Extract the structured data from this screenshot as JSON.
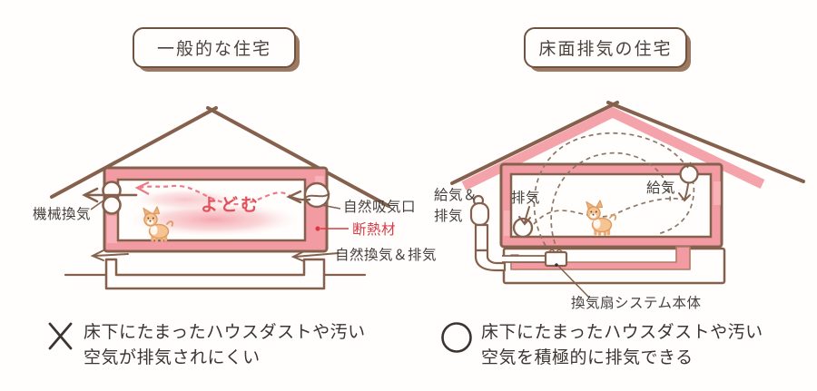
{
  "titles": {
    "left": "一般的な住宅",
    "right": "床面排気の住宅"
  },
  "left_house": {
    "label_mechanical_vent": "機械換気",
    "label_stagnant": "よどむ",
    "label_natural_intake": "自然吸気口",
    "label_insulation": "断熱材",
    "label_natural_vent_exhaust": "自然換気＆排気"
  },
  "right_house": {
    "label_supply_exhaust_line1": "給気＆",
    "label_supply_exhaust_line2": "排気",
    "label_exhaust": "排気",
    "label_supply": "給気",
    "label_fan_unit": "換気扇システム本体"
  },
  "verdict_left": {
    "mark": "✕",
    "line1": "床下にたまったハウスダストや汚い",
    "line2": "空気が排気されにくい"
  },
  "verdict_right": {
    "mark": "◯",
    "line1": "床下にたまったハウスダストや汚い",
    "line2": "空気を積極的に排気できる"
  },
  "colors": {
    "outline_brown": "#85614d",
    "wall_pink": "#f39ba3",
    "roof_band_pink": "#f5a3ab",
    "stagnant_wash_pink": "#f5aab1",
    "dash_arrow_pink": "#ec7a86",
    "accent_red": "#d93a42",
    "stagnant_text_red": "#e4505a",
    "circulation_dash_brown": "#8d7663",
    "text_dark": "#3b3530",
    "dog_tan": "#f6c492"
  }
}
